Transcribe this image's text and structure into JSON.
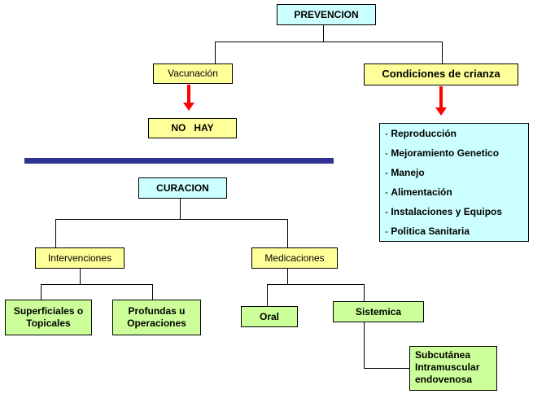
{
  "prevencion": {
    "title": "PREVENCION",
    "vacunacion": "Vacunación",
    "no_hay": "NO   HAY",
    "condiciones": "Condiciones de crianza",
    "dash": "- ",
    "condiciones_items": [
      "Reproducción",
      "Mejoramiento Genetico",
      "Manejo",
      "Alimentación",
      "Instalaciones y Equipos",
      "Politica Sanitaria"
    ]
  },
  "curacion": {
    "title": "CURACION",
    "intervenciones": "Intervenciones",
    "medicaciones": "Medicaciones",
    "superficiales": [
      "Superficiales o",
      "Topicales"
    ],
    "profundas": [
      "Profundas u",
      "Operaciones"
    ],
    "oral": "Oral",
    "sistemica": "Sistemica",
    "sistemica_routes": [
      "Subcutánea",
      "Intramuscular",
      "endovenosa"
    ]
  },
  "colors": {
    "cyan": "#ccffff",
    "yellow": "#ffff99",
    "green": "#ccff99",
    "arrow": "#ff0000",
    "divider": "#2e3192"
  }
}
